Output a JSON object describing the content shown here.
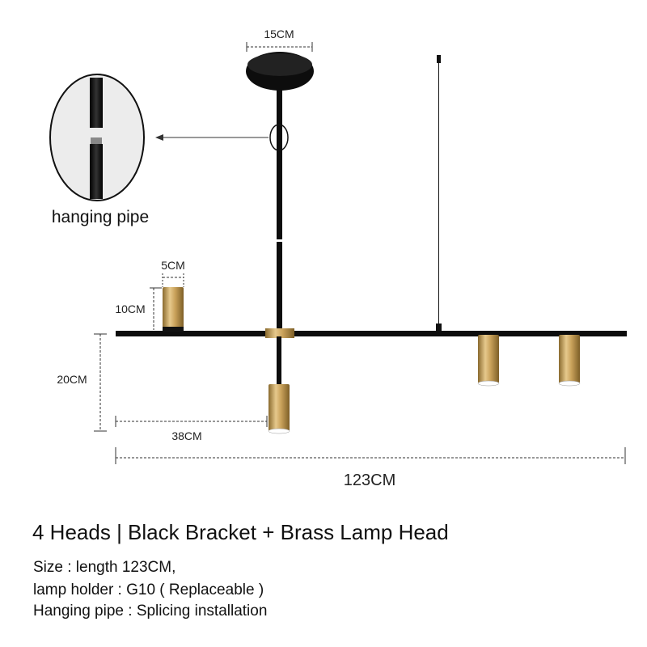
{
  "dimensions": {
    "base_width": "15CM",
    "head_width": "5CM",
    "head_height": "10CM",
    "drop_height": "20CM",
    "offset": "38CM",
    "total_length": "123CM"
  },
  "callout": {
    "label": "hanging pipe"
  },
  "product": {
    "title": "4 Heads | Black Bracket + Brass Lamp Head",
    "specs": [
      "Size : length 123CM,",
      "lamp holder : G10 ( Replaceable )",
      "Hanging pipe : Splicing installation"
    ]
  },
  "colors": {
    "bracket": "#111111",
    "brass": "#c9a15a",
    "dimension_line": "#333333"
  }
}
